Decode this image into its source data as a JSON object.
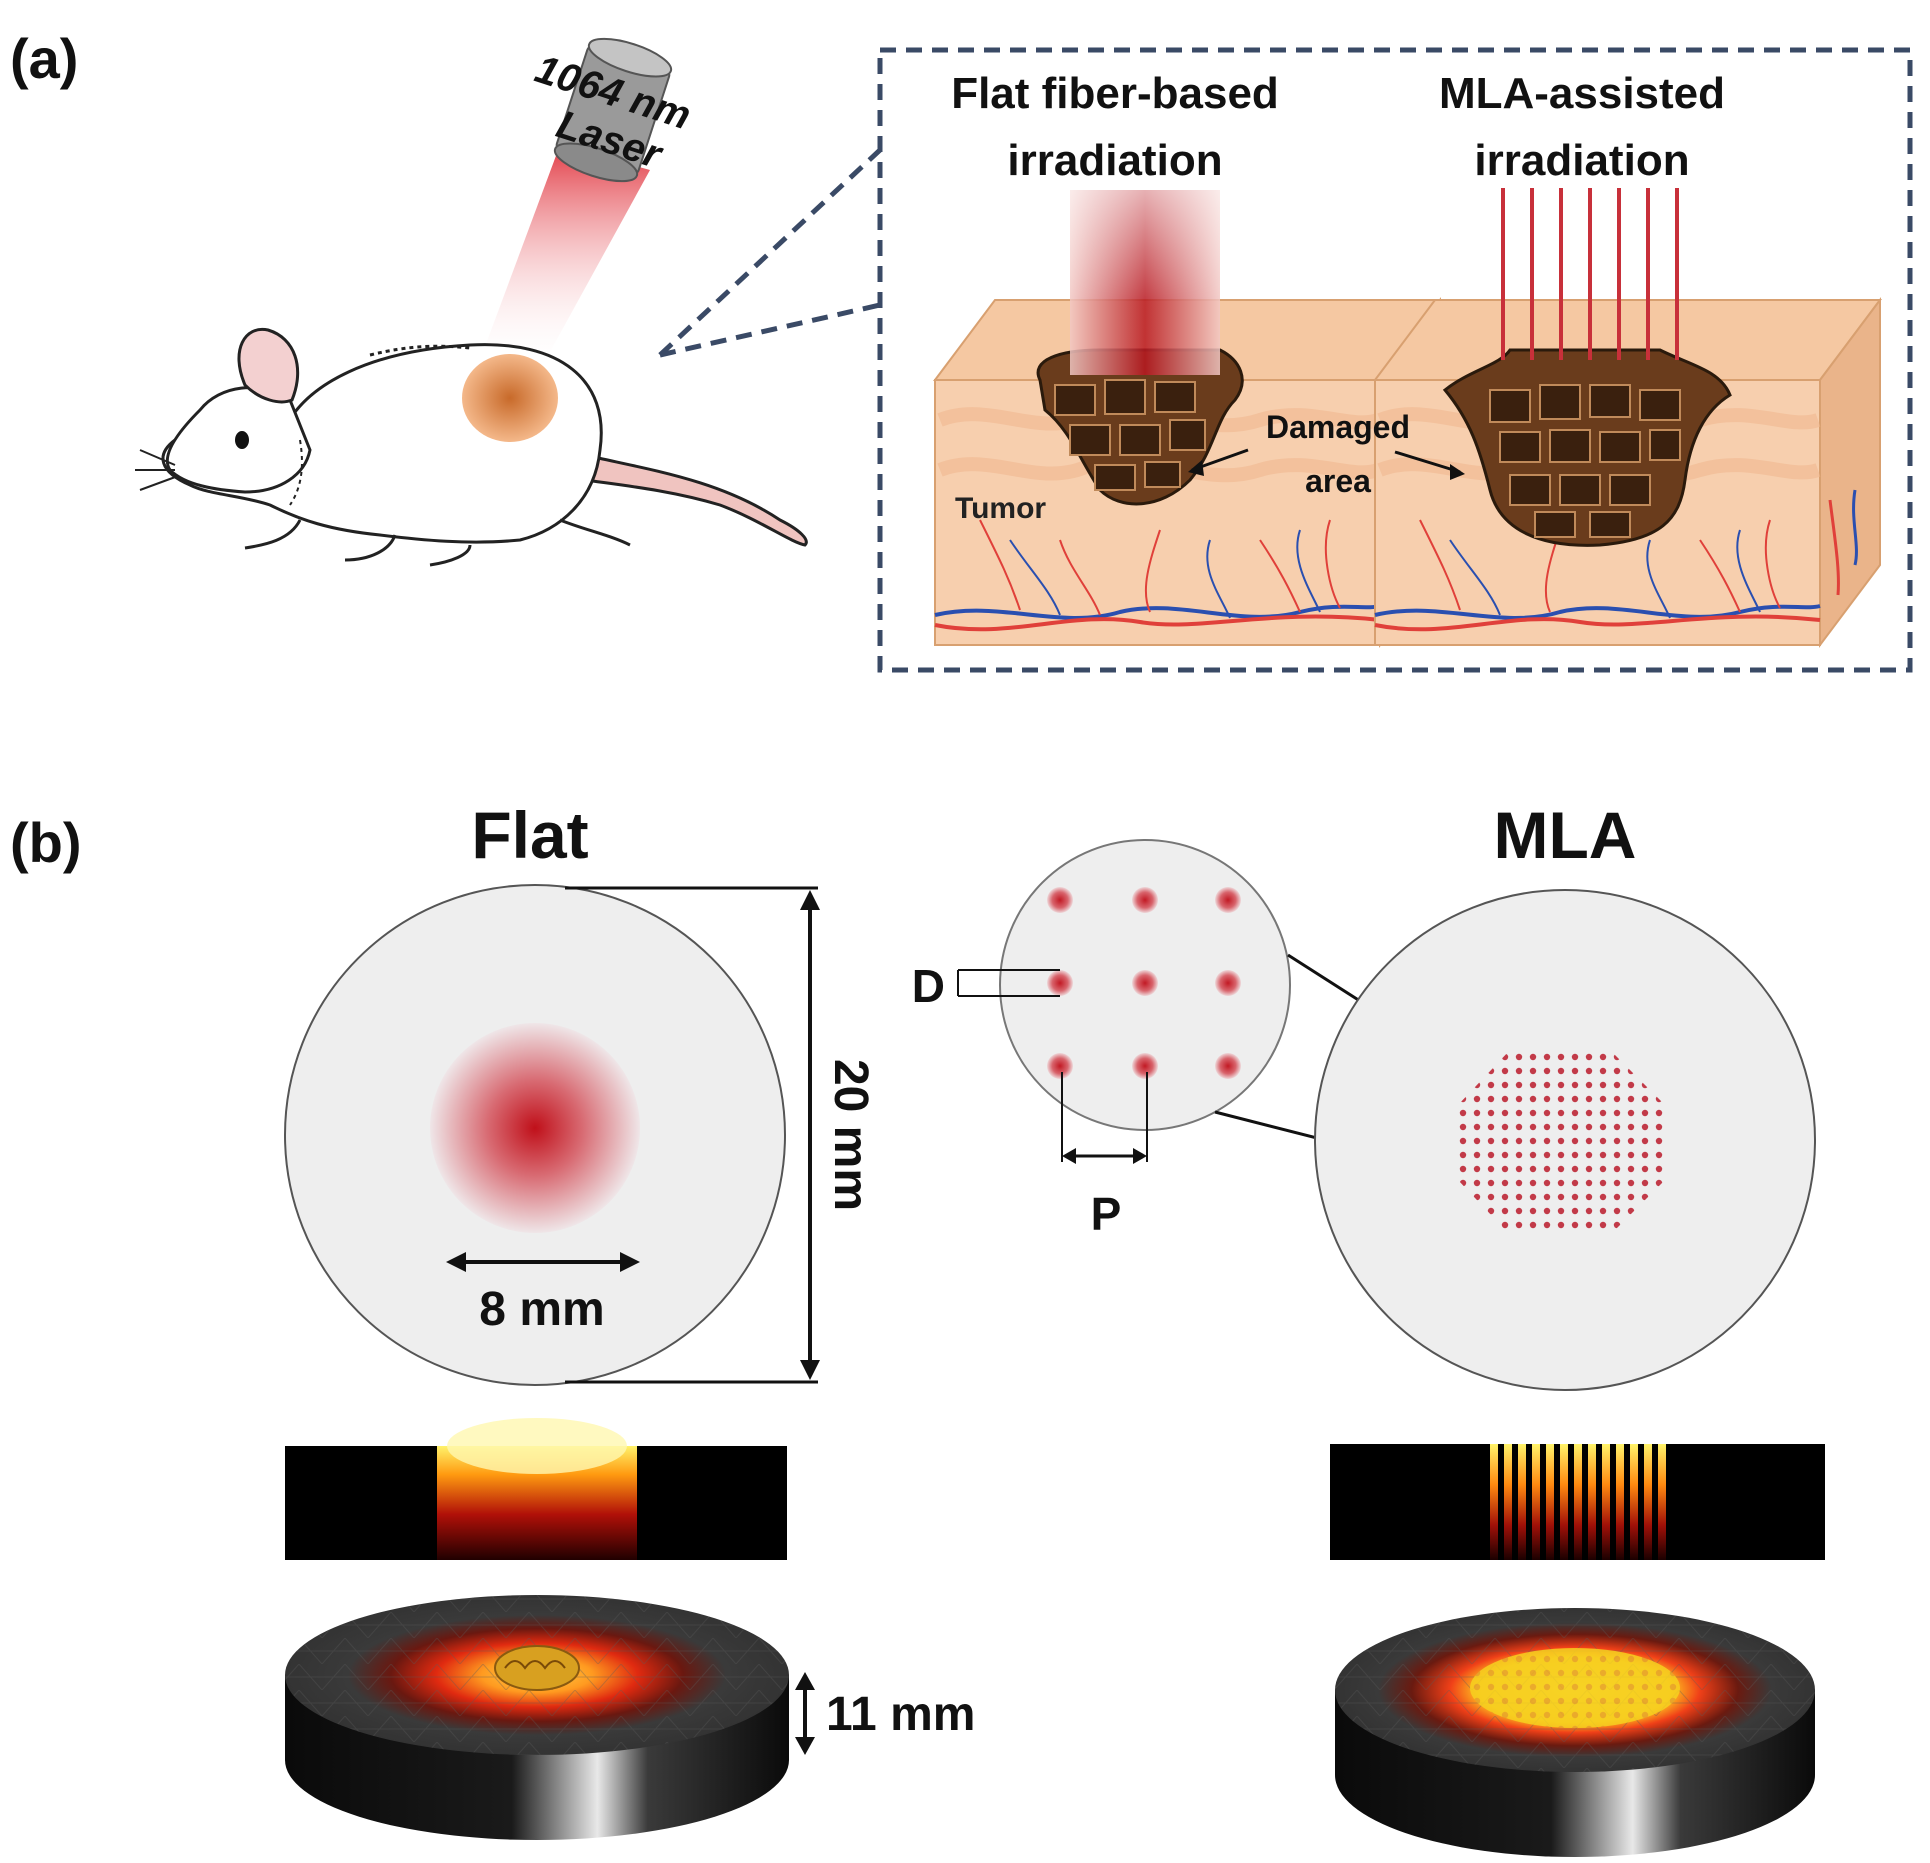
{
  "panel_a": {
    "label": "(a)",
    "laser_wavelength": "1064 nm",
    "laser_word": "Laser",
    "flat_title_line1": "Flat fiber-based",
    "flat_title_line2": "irradiation",
    "mla_title_line1": "MLA-assisted",
    "mla_title_line2": "irradiation",
    "damaged_line1": "Damaged",
    "damaged_line2": "area",
    "tumor_label": "Tumor"
  },
  "panel_b": {
    "label": "(b)",
    "flat_title": "Flat",
    "mla_title": "MLA",
    "diameter_label": "20 mm",
    "beam_label": "8 mm",
    "spot_label": "D",
    "pitch_label": "P",
    "thickness_label": "11 mm"
  },
  "colors": {
    "tissue": "#f7c9a4",
    "damage": "#5a3418",
    "laser": "#c0202a",
    "dash_frame": "#3a4a66",
    "vessel_red": "#e0403a",
    "vessel_blue": "#2a4fb0"
  }
}
